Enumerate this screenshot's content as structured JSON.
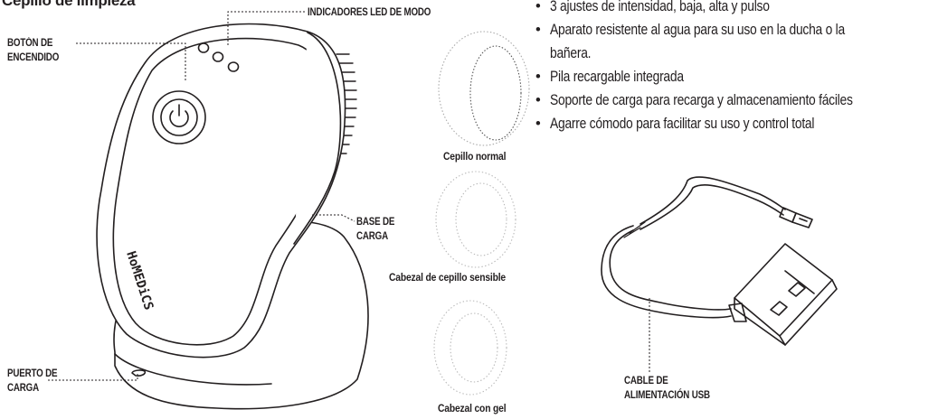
{
  "title": "Cepillo de limpieza",
  "callouts": {
    "power_button": [
      "BOTÓN DE",
      "ENCENDIDO"
    ],
    "led_indicators": "INDICADORES LED DE MODO",
    "charging_base": [
      "BASE DE",
      "CARGA"
    ],
    "charging_port": [
      "PUERTO DE",
      "CARGA"
    ],
    "usb_cable": [
      "CABLE DE",
      "ALIMENTACIÓN USB"
    ]
  },
  "brand": "HoMEDiCS",
  "heads": [
    {
      "label": "Cepillo normal"
    },
    {
      "label": "Cabezal de cepillo sensible"
    },
    {
      "label": "Cabezal con gel"
    }
  ],
  "bullet_glyph": "•",
  "features": [
    {
      "lines": [
        "3 ajustes de intensidad, baja, alta y pulso"
      ]
    },
    {
      "lines": [
        "Aparato resistente al agua para su uso en la ducha o la",
        "bañera."
      ]
    },
    {
      "lines": [
        "Pila recargable integrada"
      ]
    },
    {
      "lines": [
        "Soporte de carga para recarga y almacenamiento fáciles"
      ]
    },
    {
      "lines": [
        "Agarre cómodo para facilitar su uso y control total"
      ]
    }
  ],
  "colors": {
    "ink": "#231f20",
    "light_ink": "#9a9a9a"
  }
}
